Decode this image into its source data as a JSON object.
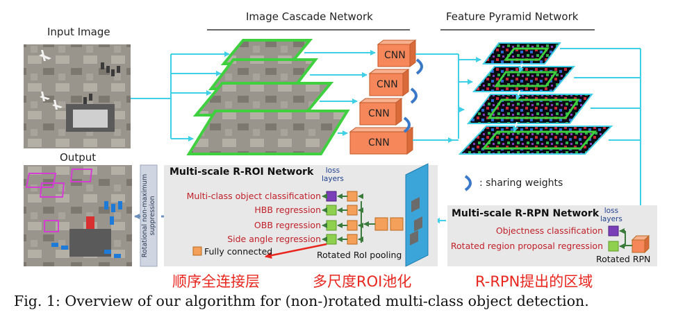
{
  "labels": {
    "input_image": "Input Image",
    "image_cascade": "Image Cascade Network",
    "feature_pyramid": "Feature Pyramid Network",
    "output": "Output",
    "cnn": "CNN",
    "sharing_weights": ": sharing weights",
    "rotational_nms_line1": "Rotational non-maximum",
    "rotational_nms_line2": "suppression"
  },
  "rroi": {
    "title": "Multi-scale R-ROI Network",
    "loss_line1": "loss",
    "loss_line2": "layers",
    "items": [
      "Multi-class object classification",
      "HBB regression",
      "OBB regression",
      "Side angle regression"
    ],
    "fully_connected": "Fully connected",
    "pooling": "Rotated RoI pooling"
  },
  "rrpn": {
    "title": "Multi-scale R-RPN Network",
    "loss_line1": "loss",
    "loss_line2": "layers",
    "items": [
      "Objectness classification",
      "Rotated region proposal regression"
    ],
    "rotated_rpn": "Rotated RPN"
  },
  "annotations_cn": {
    "fully_connected": "顺序全连接层",
    "roi_pooling": "多尺度ROI池化",
    "rpn_region": "R-RPN提出的区域"
  },
  "caption": "Fig. 1: Overview of our algorithm for (non-)rotated multi-class object detection.",
  "colors": {
    "arrow_cyan": "#3fd0e8",
    "green_frame": "#3ed03e",
    "cnn_orange": "#f5875a",
    "loss_purple": "#7a3fb8",
    "reg_green": "#8fd14f",
    "text_red": "#c0202a",
    "cn_red": "#e8261e",
    "panel_gray": "#e8e8e8"
  }
}
